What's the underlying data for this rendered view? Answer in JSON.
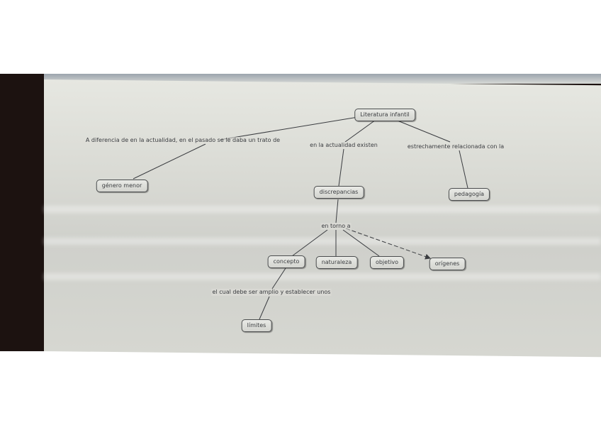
{
  "diagram": {
    "nodes": {
      "literatura": "Literatura infantil",
      "genero": "género menor",
      "discrepancias": "discrepancias",
      "pedagogia": "pedagogía",
      "concepto": "concepto",
      "naturaleza": "naturaleza",
      "objetivo": "objetivo",
      "origenes": "orígenes",
      "limites": "límites"
    },
    "linking_phrases": {
      "pasado": "A diferencia de en la actualidad, en el pasado se le daba un trato de",
      "actualidad": "en la actualidad existen",
      "relacionada": "estrechamente relacionada con la",
      "en_torno": "en torno a",
      "cual": "el cual debe ser amplio y establecer unos"
    }
  }
}
